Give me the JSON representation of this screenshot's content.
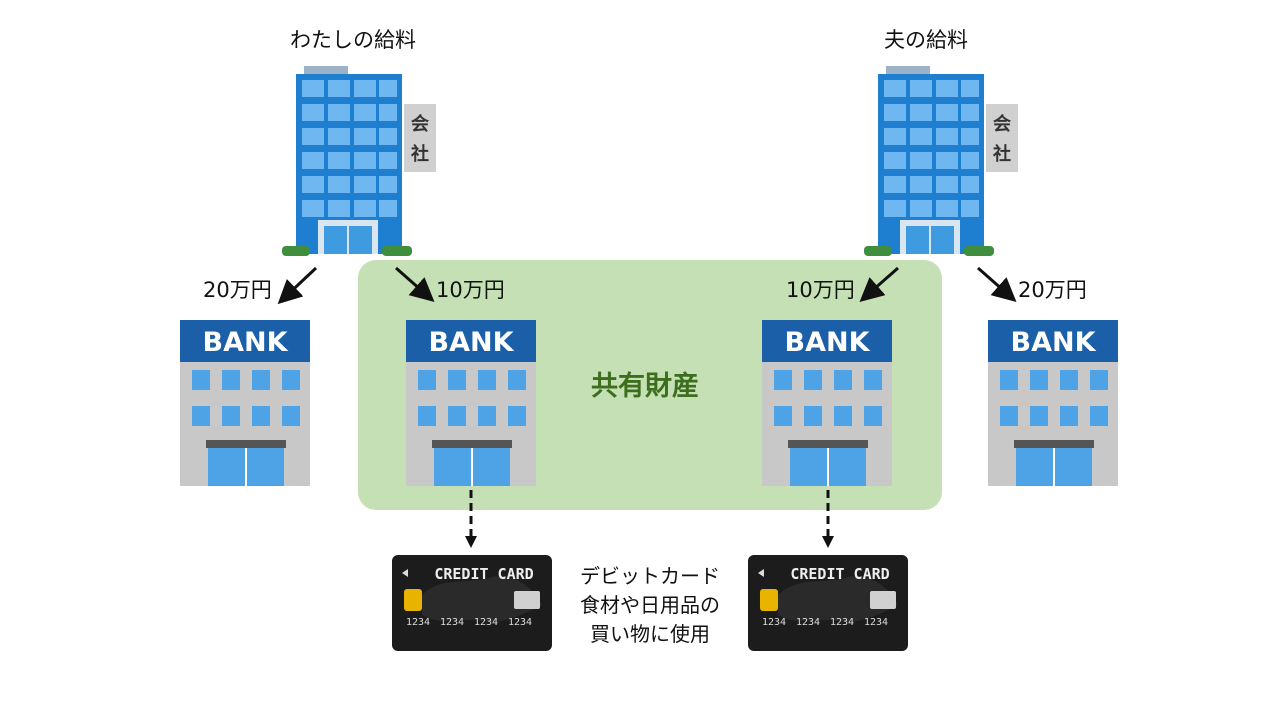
{
  "companies": {
    "mine": {
      "label": "わたしの給料",
      "sign": [
        "会",
        "社"
      ]
    },
    "husband": {
      "label": "夫の給料",
      "sign": [
        "会",
        "社"
      ]
    }
  },
  "transfers": {
    "mine_personal": "20万円",
    "mine_shared": "10万円",
    "husband_shared": "10万円",
    "husband_personal": "20万円"
  },
  "bank_sign": "BANK",
  "shared_zone": {
    "title": "共有財産",
    "color": "#c5e0b4"
  },
  "card": {
    "brand_text": "CREDIT CARD",
    "number_groups": [
      "1234",
      "1234",
      "1234",
      "1234"
    ]
  },
  "card_note": [
    "デビットカード",
    "食材や日用品の",
    "買い物に使用"
  ],
  "colors": {
    "office_blue": "#1e7fd0",
    "bank_header": "#1a5fa8",
    "bank_body": "#c8c8c8",
    "shared_title": "#3c6e1e"
  }
}
